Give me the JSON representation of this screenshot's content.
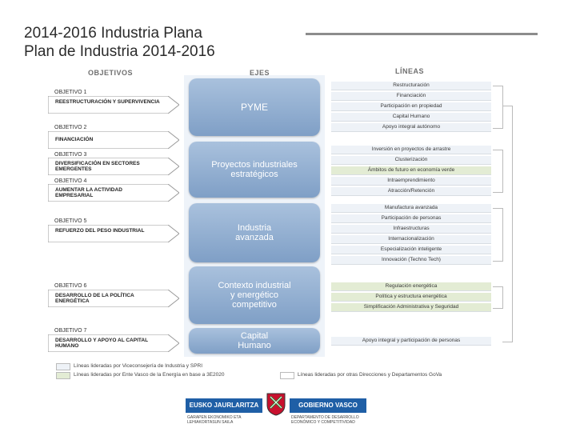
{
  "title_line1": "2014-2016 Industria Plana",
  "title_line2": "Plan de Industria 2014-2016",
  "col_objetivos": "OBJETIVOS",
  "col_ejes": "EJES",
  "col_lineas": "LÍNEAS",
  "objectives": [
    {
      "label": "OBJETIVO 1",
      "text": "REESTRUCTURACIÓN Y SUPERVIVENCIA"
    },
    {
      "label": "OBJETIVO 2",
      "text": "FINANCIACIÓN"
    },
    {
      "label": "OBJETIVO 3",
      "text": "DIVERSIFICACIÓN EN SECTORES EMERGENTES"
    },
    {
      "label": "OBJETIVO 4",
      "text": "AUMENTAR LA ACTIVIDAD EMPRESARIAL"
    },
    {
      "label": "OBJETIVO 5",
      "text": "REFUERZO DEL PESO INDUSTRIAL"
    },
    {
      "label": "OBJETIVO 6",
      "text": "DESARROLLO DE LA POLÍTICA ENERGÉTICA"
    },
    {
      "label": "OBJETIVO 7",
      "text": "DESARROLLO Y APOYO AL CAPITAL HUMANO"
    }
  ],
  "axes": [
    "PYME",
    "Proyectos industriales estratégicos",
    "Industria avanzada",
    "Contexto industrial y energético competitivo",
    "Capital Humano"
  ],
  "lines": [
    "Restructuración",
    "Financiación",
    "Participación en propiedad",
    "Capital Humano",
    "Apoyo integral autónomo",
    "Inversión en proyectos de arrastre",
    "Clusterización",
    "Ámbitos de futuro en economía verde",
    "Intraemprendimiento",
    "Atracción/Retención",
    "Manufactura avanzada",
    "Participación de personas",
    "Infraestructuras",
    "Internacionalización",
    "Especialización inteligente",
    "Innovación (Techno Tech)",
    "Regulación energética",
    "Política y estructura energética",
    "Simplificación Administrativa y Seguridad",
    "Apoyo integral y participación de personas"
  ],
  "legend": {
    "item1": "Líneas lideradas por Viceconsejería de Industria y SPRI",
    "item2": "Líneas lideradas por Ente Vasco de la Energía en base a 3E2020",
    "item3": "Líneas lideradas por otras Direcciones y Departamentos GoVa"
  },
  "logo": {
    "left_name": "EUSKO JAURLARITZA",
    "right_name": "GOBIERNO VASCO",
    "left_sub": "GARAPEN EKONOMIKO ETA LEHIAKORTASUN SAILA",
    "right_sub": "DEPARTAMENTO DE DESARROLLO ECONÓMICO Y COMPETITIVIDAD"
  }
}
